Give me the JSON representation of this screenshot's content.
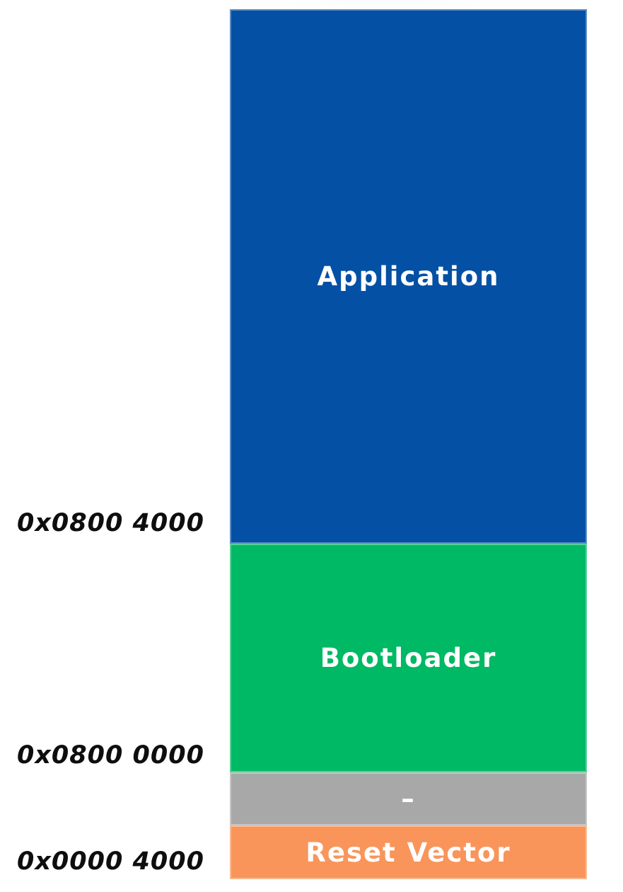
{
  "diagram": {
    "name": "flash-memory-map",
    "blocks": [
      {
        "id": "application",
        "label": "Application",
        "color": "#0450a4",
        "text_color": "#ffffff"
      },
      {
        "id": "bootloader",
        "label": "Bootloader",
        "color": "#00b964",
        "text_color": "#ffffff"
      },
      {
        "id": "reserved",
        "label": "–",
        "color": "#a8a8a8",
        "text_color": "#ffffff"
      },
      {
        "id": "reset-vector",
        "label": "Reset Vector",
        "color": "#f9955a",
        "text_color": "#ffffff"
      }
    ],
    "address_labels": [
      {
        "text": "0x0800 4000",
        "color": "#0e0e0e"
      },
      {
        "text": "0x0800 0000",
        "color": "#0e0e0e"
      },
      {
        "text": "0x0000 4000",
        "color": "#0e0e0e"
      }
    ]
  }
}
